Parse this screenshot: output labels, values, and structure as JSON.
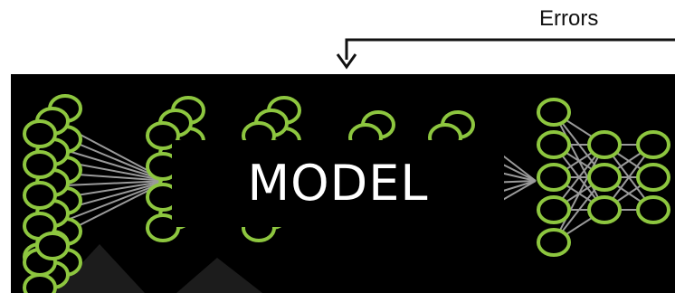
{
  "feedback": {
    "label": "Errors"
  },
  "model": {
    "label": "MODEL"
  },
  "colors": {
    "background": "#000000",
    "node_stroke": "#8dc63f",
    "edge": "#9a9a9a",
    "arrow": "#111111",
    "label_text": "#ffffff"
  },
  "network": {
    "left_stacks_count": 5,
    "right_layers_count": 3
  }
}
